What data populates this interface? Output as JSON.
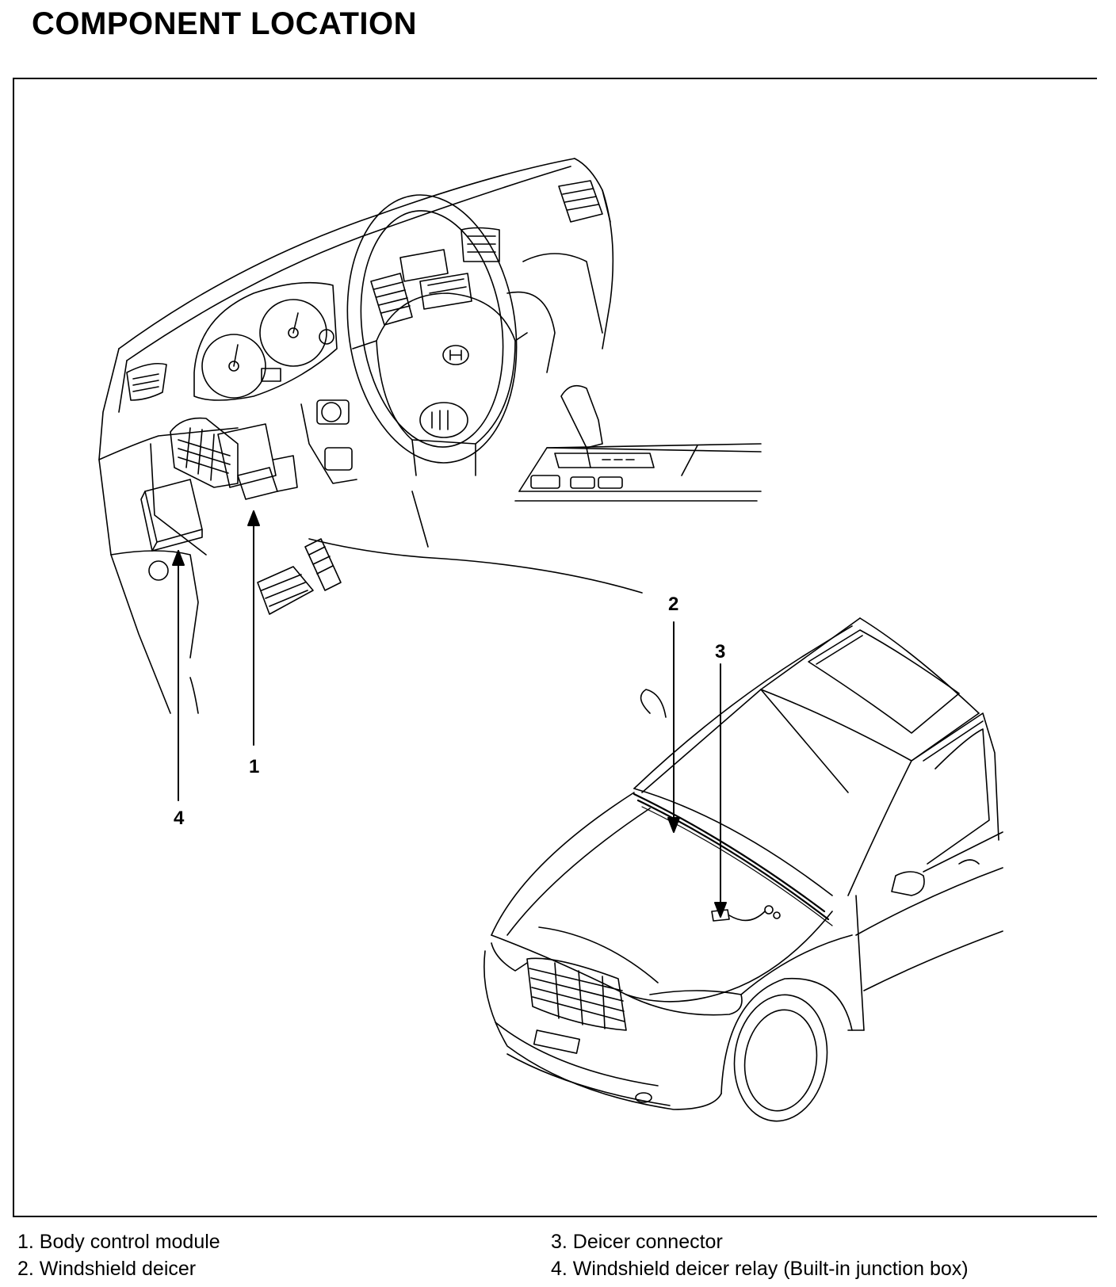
{
  "title": "COMPONENT LOCATION",
  "callouts": {
    "c1": "1",
    "c2": "2",
    "c3": "3",
    "c4": "4"
  },
  "legend": {
    "item1": "1.  Body control module",
    "item2": "2. Windshield deicer",
    "item3": "3.  Deicer connector",
    "item4": "4. Windshield deicer relay (Built-in junction box)"
  }
}
